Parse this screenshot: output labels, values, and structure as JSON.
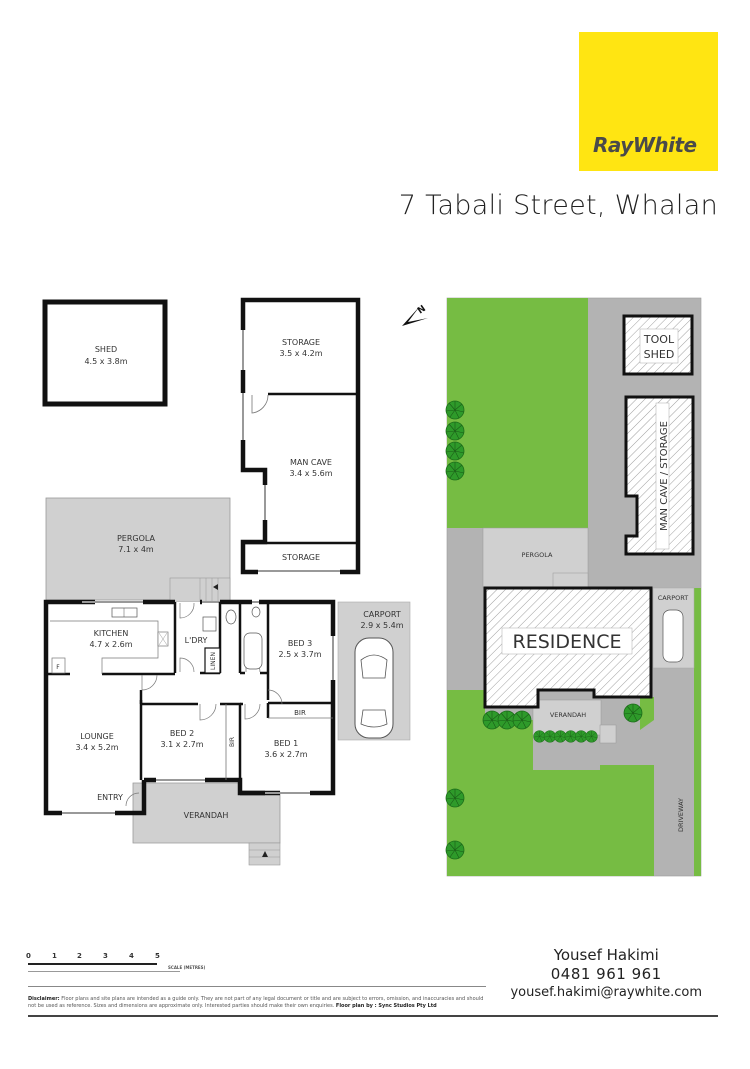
{
  "header": {
    "brand": "RayWhite",
    "brand_color": "#ffe512",
    "brand_text_color": "#4a4a4a",
    "address": "7 Tabali Street, Whalan"
  },
  "floor_plan": {
    "compass": "N",
    "rooms": [
      {
        "name": "SHED",
        "size": "4.5 x 3.8m"
      },
      {
        "name": "STORAGE",
        "size": "3.5 x 4.2m"
      },
      {
        "name": "MAN CAVE",
        "size": "3.4 x 5.6m"
      },
      {
        "name": "STORAGE",
        "size": ""
      },
      {
        "name": "PERGOLA",
        "size": "7.1 x 4m"
      },
      {
        "name": "KITCHEN",
        "size": "4.7 x 2.6m"
      },
      {
        "name": "L'DRY",
        "size": ""
      },
      {
        "name": "LINEN",
        "size": ""
      },
      {
        "name": "BED 3",
        "size": "2.5 x 3.7m"
      },
      {
        "name": "CARPORT",
        "size": "2.9 x 5.4m"
      },
      {
        "name": "LOUNGE",
        "size": "3.4 x 5.2m"
      },
      {
        "name": "BED 2",
        "size": "3.1 x 2.7m"
      },
      {
        "name": "BIR",
        "size": ""
      },
      {
        "name": "BED 1",
        "size": "3.6 x 2.7m"
      },
      {
        "name": "BIR",
        "size": ""
      },
      {
        "name": "ENTRY",
        "size": ""
      },
      {
        "name": "VERANDAH",
        "size": ""
      },
      {
        "name": "F",
        "size": ""
      }
    ]
  },
  "site_plan": {
    "labels": {
      "tool_shed_1": "TOOL",
      "tool_shed_2": "SHED",
      "man_cave_storage": "MAN CAVE / STORAGE",
      "pergola": "PERGOLA",
      "residence": "RESIDENCE",
      "carport": "CARPORT",
      "verandah": "VERANDAH",
      "driveway": "DRIVEWAY"
    },
    "colors": {
      "lawn": "#76bc43",
      "paving": "#b3b3b3",
      "tree": "#2e9a2a"
    }
  },
  "scale": {
    "ticks": [
      "0",
      "1",
      "2",
      "3",
      "4",
      "5"
    ],
    "label": "SCALE (METRES)"
  },
  "disclaimer": {
    "label": "Disclaimer:",
    "text": "Floor plans and site plans are intended as a guide only. They are not part of any legal document or title and are subject to errors, omission, and inaccuracies and should not be used as reference. Sizes and dimensions are approximate only. Interested parties should make their own enquiries.",
    "credit": "Floor plan by : Sync Studios Pty Ltd"
  },
  "agent": {
    "name": "Yousef Hakimi",
    "phone": "0481 961 961",
    "email": "yousef.hakimi@raywhite.com"
  }
}
